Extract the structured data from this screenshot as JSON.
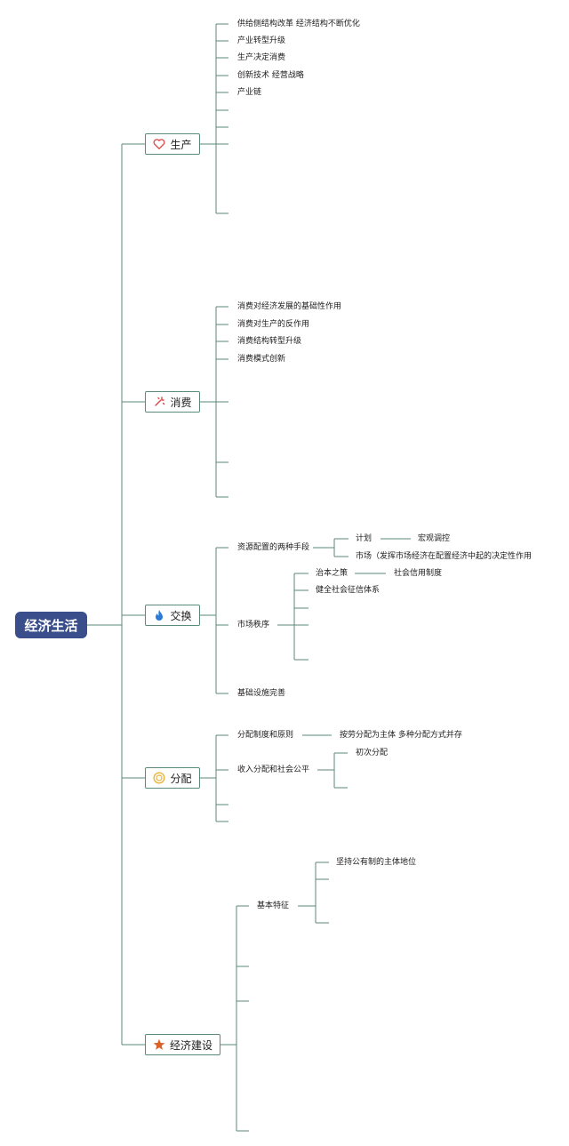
{
  "root": "经济生活",
  "branches": {
    "production": {
      "label": "生产",
      "icon": "heart-icon",
      "items": [
        "供给侧结构改革 经济结构不断优化",
        "产业转型升级",
        "生产决定消费",
        "创新技术 经营战略",
        "产业链"
      ]
    },
    "consumption": {
      "label": "消费",
      "icon": "sparkle-icon",
      "items": [
        "消费对经济发展的基础性作用",
        "消费对生产的反作用",
        "消费结构转型升级",
        "消费模式创新"
      ]
    },
    "exchange": {
      "label": "交换",
      "icon": "flame-icon",
      "resource": {
        "label": "资源配置的两种手段",
        "plan": "计划",
        "plan_child": "宏观调控",
        "market": "市场（发挥市场经济在配置经济中起的决定性作用"
      },
      "order": {
        "label": "市场秩序",
        "root_cause": "治本之策",
        "root_cause_child": "社会信用制度",
        "credit": "健全社会征信体系"
      },
      "infra": "基础设施完善"
    },
    "distribution": {
      "label": "分配",
      "icon": "coin-icon",
      "system": "分配制度和原则",
      "system_child": "按劳分配为主体 多种分配方式并存",
      "income": "收入分配和社会公平",
      "income_child": "初次分配"
    },
    "construction": {
      "label": "经济建设",
      "icon": "star-icon",
      "features": "基本特征",
      "features_child": "坚持公有制的主体地位"
    }
  },
  "colors": {
    "root_bg": "#3a4e8c",
    "line": "#5b8a7c",
    "heart": "#d9534f",
    "sparkle": "#d64541",
    "flame": "#2b7bd6",
    "coin": "#e9b43a",
    "star": "#d9622b"
  }
}
